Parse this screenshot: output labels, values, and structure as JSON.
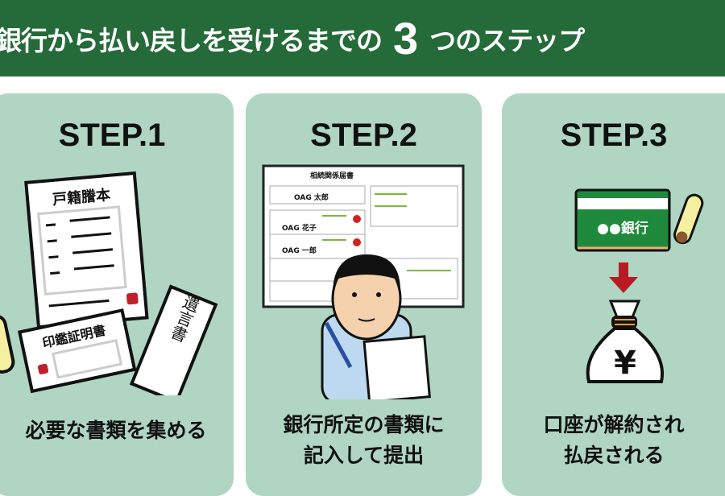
{
  "header": {
    "title_before": "銀行から払い戻しを受けるまでの",
    "number": "3",
    "title_after": "つのステップ"
  },
  "steps": [
    {
      "label": "STEP.1",
      "caption_lines": [
        "必要な書類を集める"
      ],
      "docs": {
        "family_register": "戸籍謄本",
        "seal_certificate": "印鑑証明書",
        "will": "遺言書"
      }
    },
    {
      "label": "STEP.2",
      "caption_lines": [
        "銀行所定の書類に",
        "記入して提出"
      ],
      "form": {
        "title": "相続関係届書",
        "name1": "OAG 太郎",
        "name2": "OAG 花子",
        "name3": "OAG 一郎",
        "seal": "印"
      }
    },
    {
      "label": "STEP.3",
      "caption_lines": [
        "口座が解約され",
        "払戻される"
      ],
      "passbook": {
        "bank": "●●銀行"
      },
      "money_bag": {
        "symbol": "¥"
      }
    }
  ],
  "colors": {
    "header": "#256b3a",
    "card": "#b0d5c3",
    "seal_red": "#c0202a",
    "bank_green": "#1f8a3c"
  }
}
